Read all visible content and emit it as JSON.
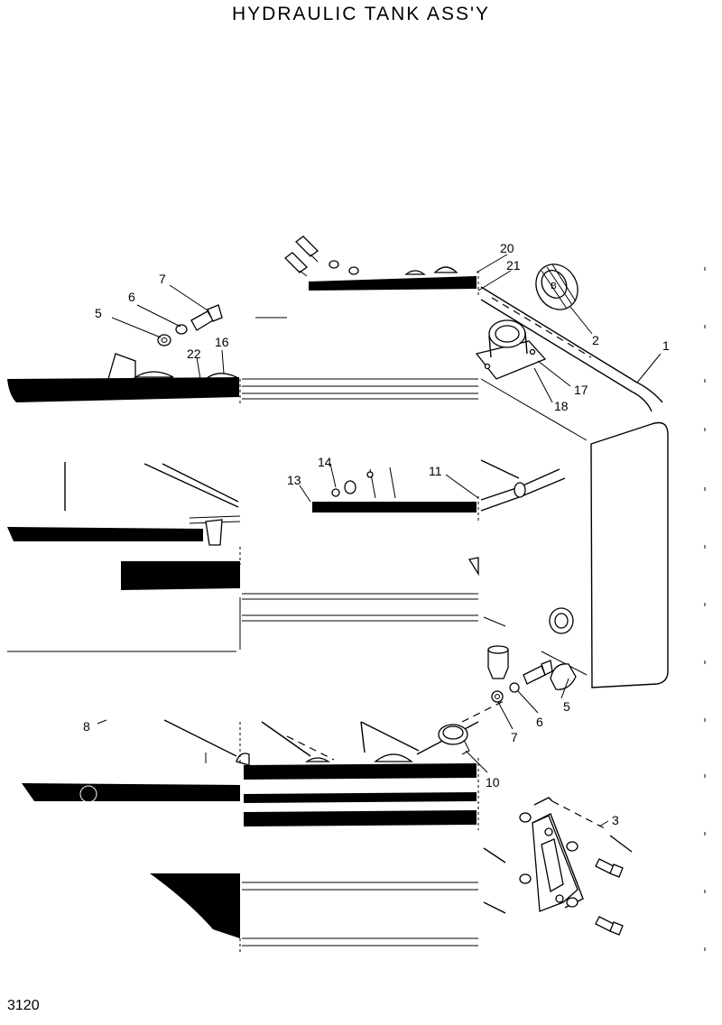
{
  "title": "HYDRAULIC TANK ASS'Y",
  "page_number": "3120",
  "callouts": [
    {
      "id": "c20",
      "label": "20"
    },
    {
      "id": "c21",
      "label": "21"
    },
    {
      "id": "c7a",
      "label": "7"
    },
    {
      "id": "c6a",
      "label": "6"
    },
    {
      "id": "c5a",
      "label": "5"
    },
    {
      "id": "c2",
      "label": "2"
    },
    {
      "id": "c1",
      "label": "1"
    },
    {
      "id": "c16",
      "label": "16"
    },
    {
      "id": "c22",
      "label": "22"
    },
    {
      "id": "c17",
      "label": "17"
    },
    {
      "id": "c18",
      "label": "18"
    },
    {
      "id": "c14",
      "label": "14"
    },
    {
      "id": "c13",
      "label": "13"
    },
    {
      "id": "c11",
      "label": "11"
    },
    {
      "id": "c5b",
      "label": "5"
    },
    {
      "id": "c6b",
      "label": "6"
    },
    {
      "id": "c7b",
      "label": "7"
    },
    {
      "id": "c8",
      "label": "8"
    },
    {
      "id": "c10",
      "label": "10"
    },
    {
      "id": "c3",
      "label": "3"
    }
  ]
}
